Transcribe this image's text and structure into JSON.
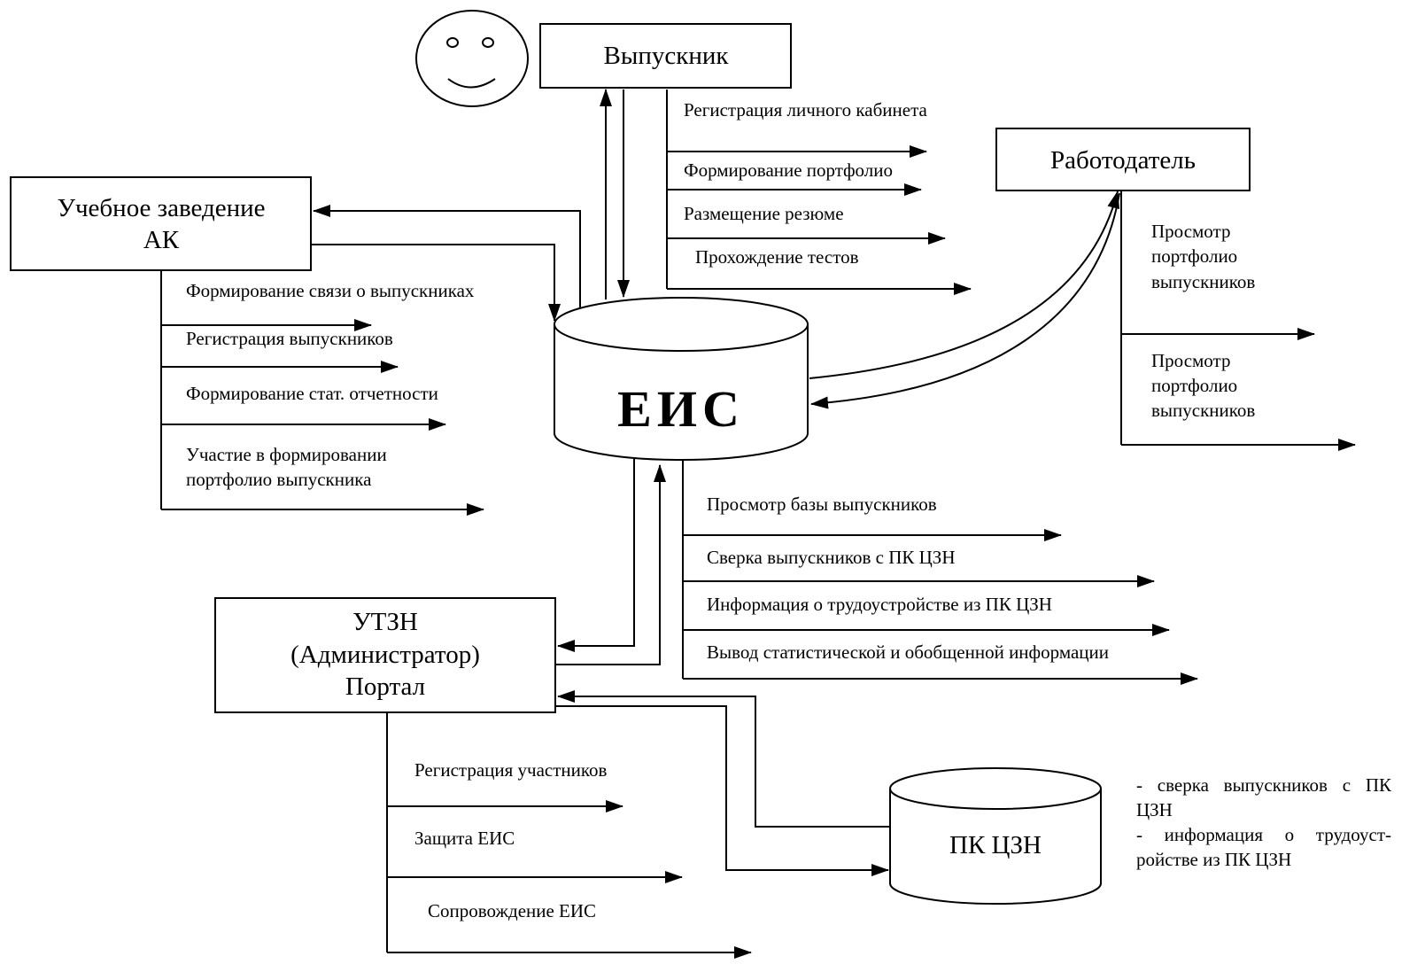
{
  "nodes": {
    "graduate": "Выпускник",
    "employer": "Работодатель",
    "school_line1": "Учебное заведение",
    "school_line2": "АК",
    "eis": "ЕИС",
    "utzn_line1": "УТЗН",
    "utzn_line2": "(Администратор)",
    "utzn_line3": "Портал",
    "pk_czn": "ПК ЦЗН"
  },
  "graduate_actions": [
    "Регистрация личного кабинета",
    "Формирование портфолио",
    "Размещение резюме",
    "Прохождение тестов"
  ],
  "school_actions": [
    "Формирование связи о выпускниках",
    "Регистрация выпускников",
    "Формирование стат. отчетности",
    "Участие в формировании",
    "портфолио выпускника"
  ],
  "employer_actions": [
    "Просмотр",
    "портфолио",
    "выпускников",
    "Просмотр",
    "портфолио",
    "выпускников"
  ],
  "eis_actions": [
    "Просмотр базы выпускников",
    "Сверка выпускников с ПК ЦЗН",
    "Информация о трудоустройстве из ПК ЦЗН",
    "Вывод статистической и обобщенной информации"
  ],
  "admin_actions": [
    "Регистрация участников",
    "Защита ЕИС",
    "Сопровождение ЕИС"
  ],
  "pk_notes": [
    "- сверка выпускников с ПК ЦЗН",
    "- информация о трудоуст-ройстве из ПК ЦЗН"
  ]
}
